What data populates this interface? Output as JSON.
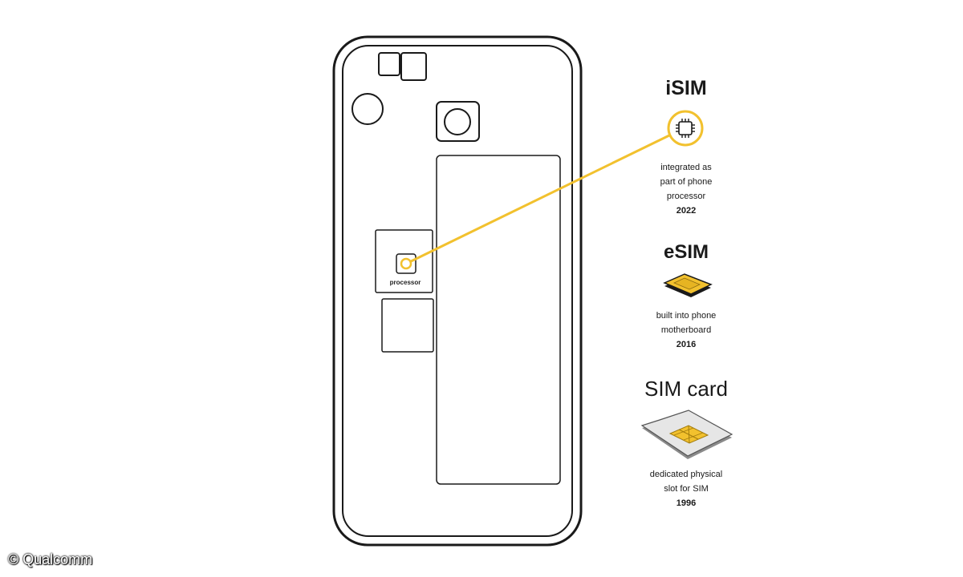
{
  "colors": {
    "accent": "#f2c12e",
    "outline": "#1a1a1a",
    "chip": "#e6b422"
  },
  "phone": {
    "processor_label": "processor"
  },
  "legend": {
    "isim": {
      "title": "iSIM",
      "icon": "chip-icon",
      "lines": [
        "integrated as",
        "part of phone",
        "processor"
      ],
      "year": "2022"
    },
    "esim": {
      "title": "eSIM",
      "icon": "esim-chip-icon",
      "lines": [
        "built into phone",
        "motherboard"
      ],
      "year": "2016"
    },
    "simcard": {
      "title": "SIM card",
      "icon": "sim-card-icon",
      "lines": [
        "dedicated physical",
        "slot for SIM"
      ],
      "year": "1996"
    }
  },
  "credit": "© Qualcomm"
}
